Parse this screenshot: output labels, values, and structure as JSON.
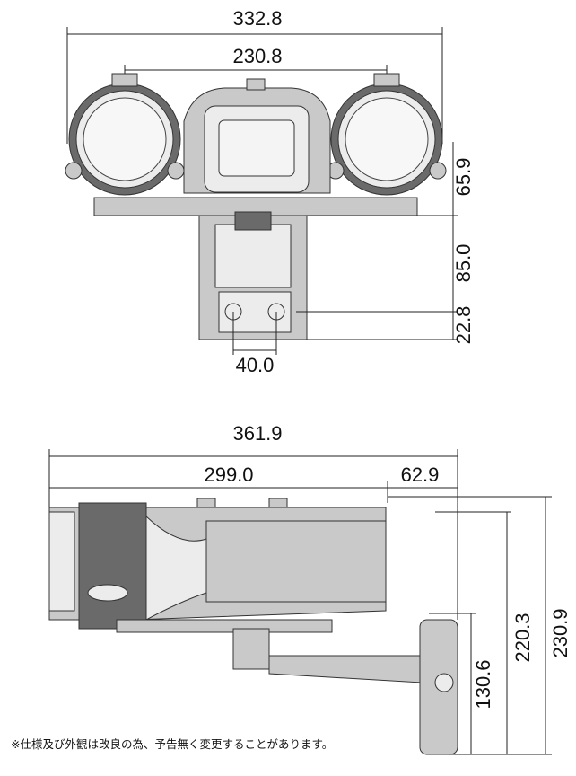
{
  "front_view": {
    "width_overall": "332.8",
    "light_spacing": "230.8",
    "height_65": "65.9",
    "height_85": "85.0",
    "height_22": "22.8",
    "mount_width": "40.0"
  },
  "side_view": {
    "length_overall": "361.9",
    "length_299": "299.0",
    "length_62": "62.9",
    "height_220": "220.3",
    "height_230": "230.9",
    "height_130": "130.6"
  },
  "note": "※仕様及び外観は改良の為、予告無く変更することがあります。"
}
